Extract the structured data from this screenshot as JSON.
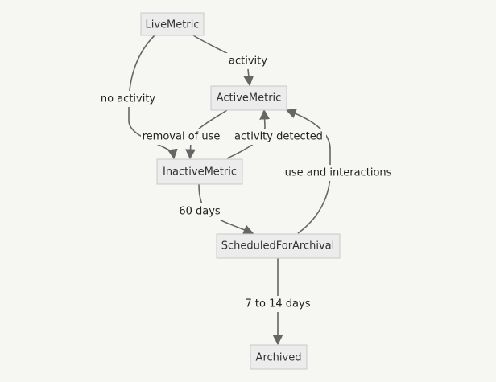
{
  "colors": {
    "background": "#f6f6f3",
    "node_fill": "#ececec",
    "node_border": "#c9c9c9",
    "edge": "#666666",
    "text": "#333333"
  },
  "nodes": {
    "live": "LiveMetric",
    "active": "ActiveMetric",
    "inactive": "InactiveMetric",
    "scheduled": "ScheduledForArchival",
    "archived": "Archived"
  },
  "edges": {
    "live_to_active": "activity",
    "live_to_inactive": "no activity",
    "active_to_inactive": "removal of use",
    "inactive_to_active": "activity detected",
    "scheduled_to_active": "use and interactions",
    "inactive_to_scheduled": "60 days",
    "scheduled_to_archived": "7 to 14 days"
  }
}
